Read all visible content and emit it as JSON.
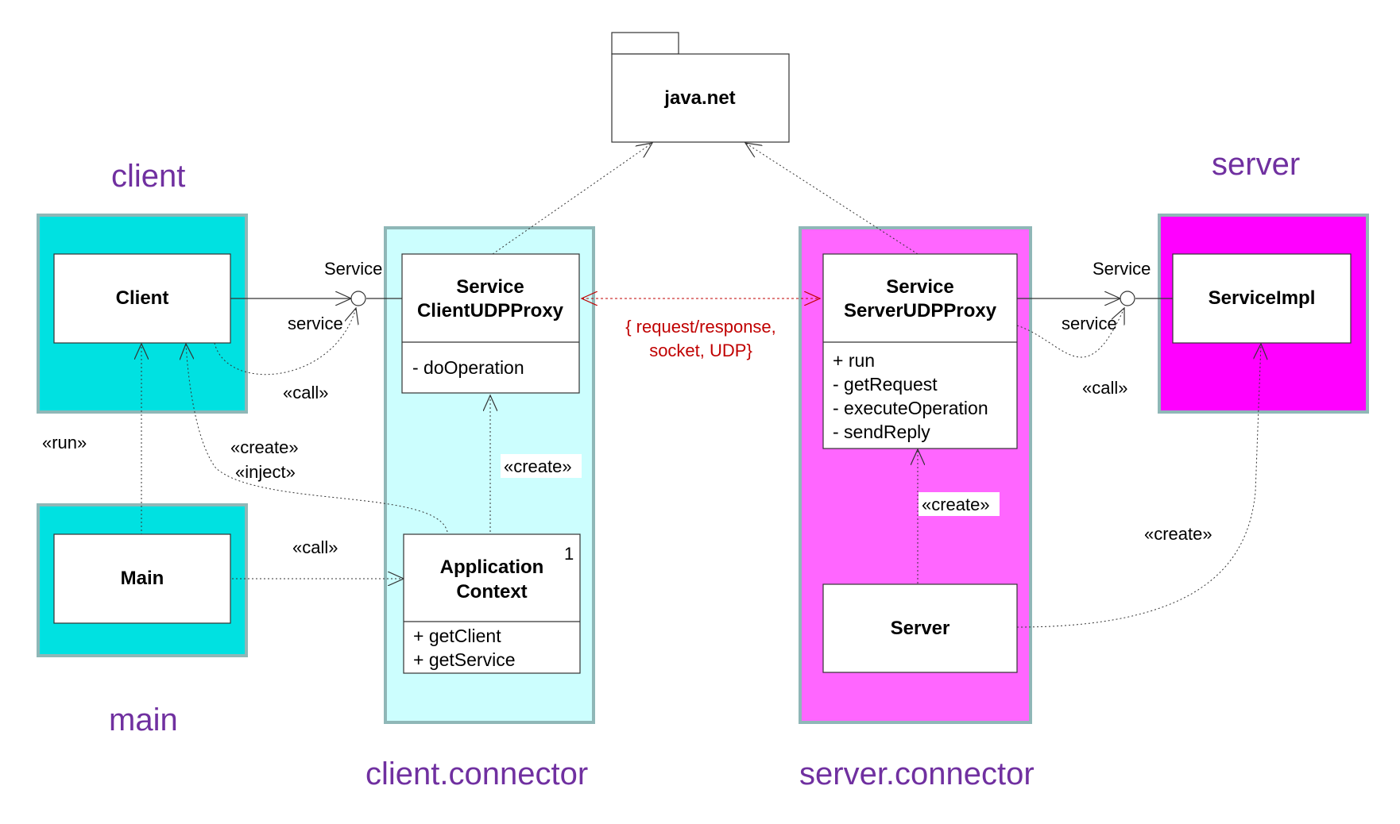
{
  "packages": {
    "client": "client",
    "main": "main",
    "client_connector": "client.connector",
    "server_connector": "server.connector",
    "server": "server",
    "java_net": "java.net"
  },
  "classes": {
    "client": {
      "name": "Client"
    },
    "main": {
      "name": "Main"
    },
    "client_proxy": {
      "name_line1": "Service",
      "name_line2": "ClientUDPProxy",
      "members": [
        "- doOperation"
      ]
    },
    "app_context": {
      "name_line1": "Application",
      "name_line2": "Context",
      "multiplicity": "1",
      "members": [
        "+ getClient",
        "+ getService"
      ]
    },
    "server_proxy": {
      "name_line1": "Service",
      "name_line2": "ServerUDPProxy",
      "members": [
        "+ run",
        "- getRequest",
        "- executeOperation",
        "- sendReply"
      ]
    },
    "server": {
      "name": "Server"
    },
    "service_impl": {
      "name": "ServiceImpl"
    }
  },
  "labels": {
    "service_iface_left": "Service",
    "service_role_left": "service",
    "call_left": "«call»",
    "run": "«run»",
    "create_inject_1": "«create»",
    "create_inject_2": "«inject»",
    "call_main": "«call»",
    "create_client_proxy": "«create»",
    "protocol_1": "{ request/response,",
    "protocol_2": "socket, UDP}",
    "service_iface_right": "Service",
    "service_role_right": "service",
    "call_right": "«call»",
    "create_server_proxy": "«create»",
    "create_service_impl": "«create»"
  },
  "colors": {
    "client_package": "#00e1e1",
    "main_package": "#00e1e1",
    "client_connector_package": "#ccfefe",
    "server_connector_package": "#ff66ff",
    "server_package": "#ff00ff",
    "package_border": "#8fb7b7",
    "package_label": "#7030a0",
    "protocol_label": "#c00000"
  }
}
